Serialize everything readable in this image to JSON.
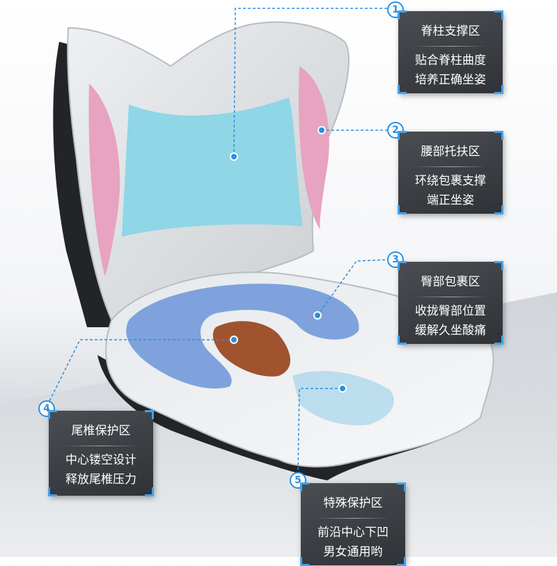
{
  "callouts": [
    {
      "number": "1",
      "title": "脊柱支撑区",
      "line1": "贴合脊柱曲度",
      "line2": "培养正确坐姿"
    },
    {
      "number": "2",
      "title": "腰部托扶区",
      "line1": "环绕包裹支撑",
      "line2": "端正坐姿"
    },
    {
      "number": "3",
      "title": "臀部包裹区",
      "line1": "收拢臀部位置",
      "line2": "缓解久坐酸痛"
    },
    {
      "number": "4",
      "title": "尾椎保护区",
      "line1": "中心镂空设计",
      "line2": "释放尾椎压力"
    },
    {
      "number": "5",
      "title": "特殊保护区",
      "line1": "前沿中心下凹",
      "line2": "男女通用哟"
    }
  ],
  "colors": {
    "accent": "#2b8fe0",
    "panel": "#3a3d42",
    "spine_zone": "#8fd6e6",
    "waist_zone": "#e7a3c0",
    "hip_zone": "#7fa2dc",
    "tailbone_zone": "#a0532e",
    "fabric": "#dde1e4"
  }
}
